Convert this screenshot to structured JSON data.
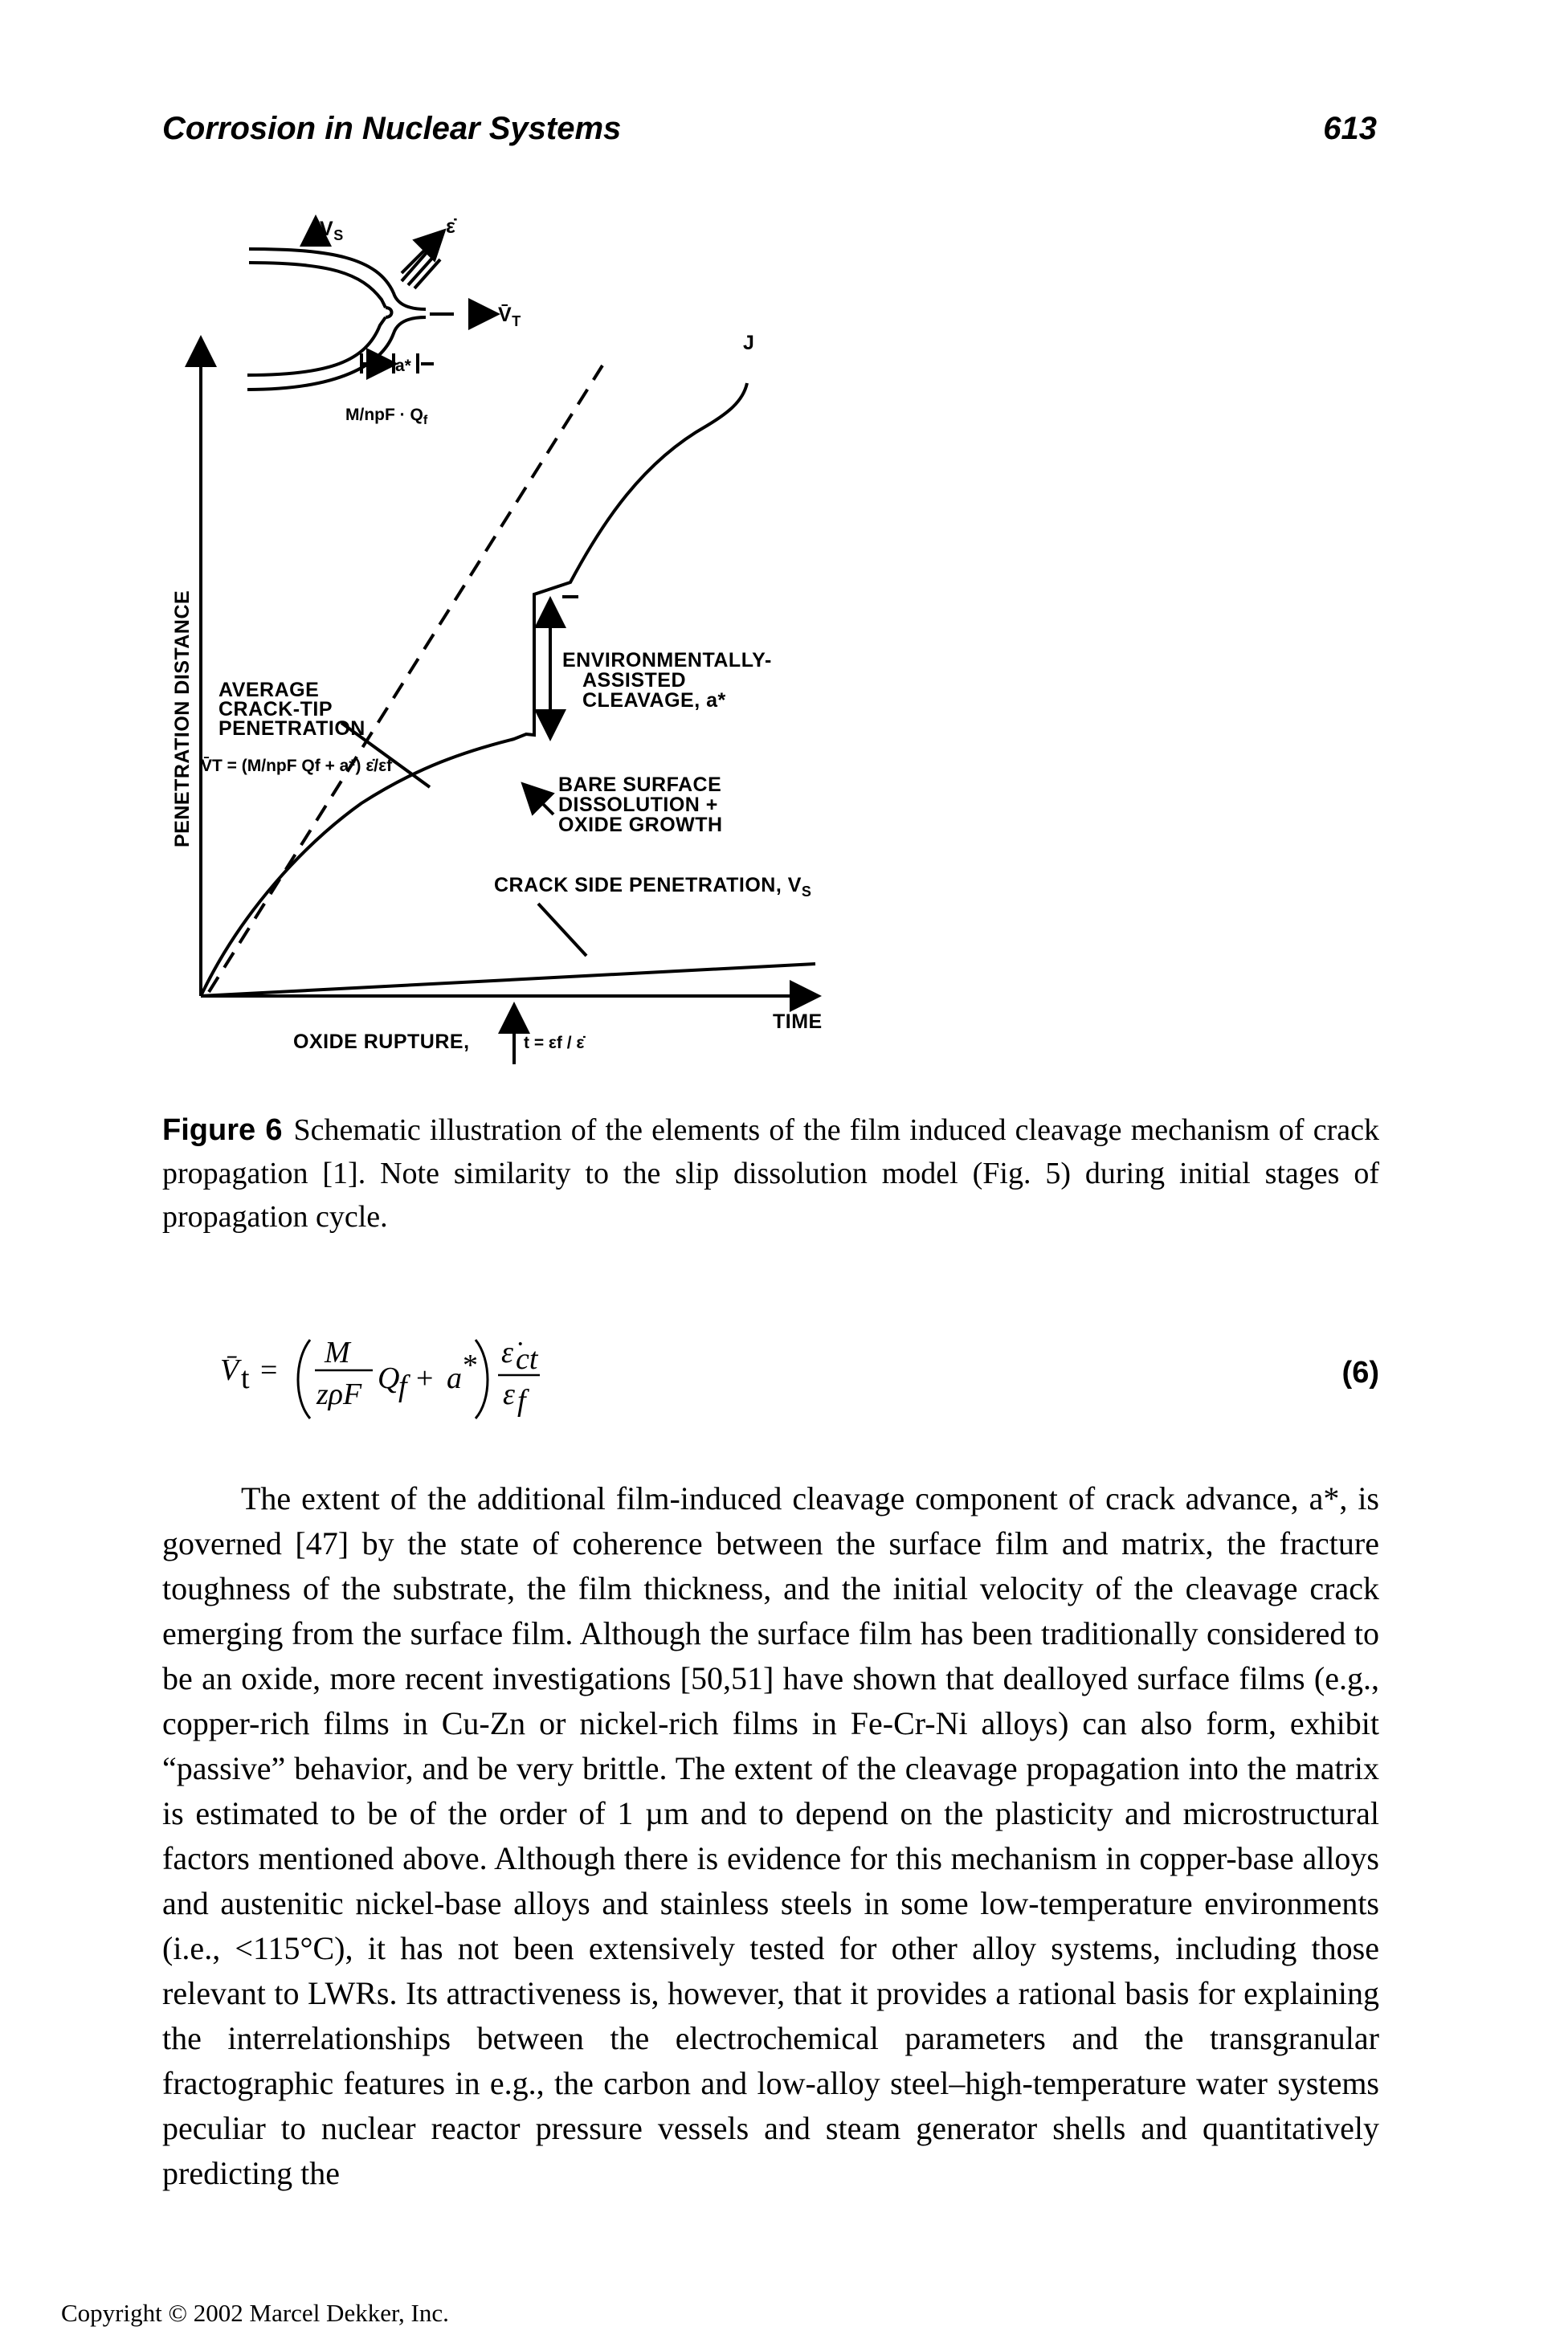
{
  "header": {
    "title": "Corrosion in Nuclear Systems",
    "page_number": "613"
  },
  "figure": {
    "labels": {
      "vs_top": "V",
      "vs_top_sub": "S",
      "strain_rate": "ε̇",
      "vt_arrow": "V̄",
      "vt_arrow_sub": "T",
      "a_star": "a*",
      "m_npf_qf": "M/npF · Q",
      "m_npf_qf_sub": "f",
      "j_label": "J",
      "y_axis": "PENETRATION DISTANCE",
      "avg_line1": "AVERAGE",
      "avg_line2": "CRACK-TIP",
      "avg_line3": "PENETRATION",
      "avg_formula": "V̄T = (M/npF Qf + a*) ε̇/εf",
      "env_line1": "ENVIRONMENTALLY-",
      "env_line2": "ASSISTED",
      "env_line3": "CLEAVAGE, a*",
      "bare_line1": "BARE SURFACE",
      "bare_line2": "DISSOLUTION +",
      "bare_line3": "OXIDE GROWTH",
      "crack_side": "CRACK SIDE PENETRATION, V",
      "crack_side_sub": "S",
      "oxide_rupture": "OXIDE RUPTURE,",
      "rupture_time": "t = εf / ε̇",
      "time_axis": "TIME"
    }
  },
  "caption": {
    "figure_label": "Figure 6",
    "text": "Schematic illustration of the elements of the film induced cleavage mechanism of crack propagation [1]. Note similarity to the slip dissolution model (Fig. 5) during initial stages of propagation cycle."
  },
  "equation": {
    "lhs": "V̄",
    "lhs_sub": "t",
    "equals": "=",
    "numerator": "M",
    "denominator": "zρF",
    "q": "Q",
    "q_sub": "f",
    "plus": "+",
    "a_star": "a",
    "a_star_sup": "*",
    "rate_num": "ε̇",
    "rate_num_sub": "ct",
    "rate_den": "ε",
    "rate_den_sub": "f",
    "number": "(6)"
  },
  "body": {
    "paragraph": "The extent of the additional film-induced cleavage component of crack advance, a*, is governed [47] by the state of coherence between the surface film and matrix, the fracture toughness of the substrate, the film thickness, and the initial velocity of the cleavage crack emerging from the surface film. Although the surface film has been traditionally considered to be an oxide, more recent investigations [50,51] have shown that dealloyed surface films (e.g., copper-rich films in Cu-Zn or nickel-rich films in Fe-Cr-Ni alloys) can also form, exhibit “passive” behavior, and be very brittle. The extent of the cleavage propagation into the matrix is estimated to be of the order of 1 µm and to depend on the plasticity and microstructural factors mentioned above. Although there is evidence for this mechanism in copper-base alloys and austenitic nickel-base alloys and stainless steels in some low-temperature environments (i.e., <115°C), it has not been extensively tested for other alloy systems, including those relevant to LWRs. Its attractiveness is, however, that it provides a rational basis for explaining the interrelationships between the electrochemical parameters and the transgranular fractographic features in e.g., the carbon and low-alloy steel–high-temperature water systems peculiar to nuclear reactor pressure vessels and steam generator shells and quantitatively predicting the"
  },
  "footer": {
    "copyright": "Copyright © 2002 Marcel Dekker, Inc."
  }
}
